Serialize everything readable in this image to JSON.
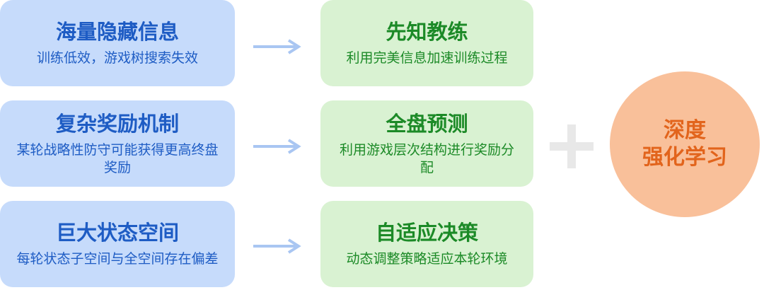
{
  "problems": [
    {
      "title": "海量隐藏信息",
      "desc": "训练低效，游戏树搜索失效"
    },
    {
      "title": "复杂奖励机制",
      "desc": "某轮战略性防守可能获得更高终盘奖励"
    },
    {
      "title": "巨大状态空间",
      "desc": "每轮状态子空间与全空间存在偏差"
    }
  ],
  "solutions": [
    {
      "title": "先知教练",
      "desc": "利用完美信息加速训练过程"
    },
    {
      "title": "全盘预测",
      "desc": "利用游戏层次结构进行奖励分配"
    },
    {
      "title": "自适应决策",
      "desc": "动态调整策略适应本轮环境"
    }
  ],
  "result": {
    "line1": "深度",
    "line2": "强化学习"
  },
  "colors": {
    "problem_bg": "#c6dbfb",
    "problem_text": "#1e5cc4",
    "solution_bg": "#d9f2d2",
    "solution_text": "#1c8a27",
    "arrow": "#a9c6f2",
    "plus": "#e8e8e8",
    "result_bg": "#f9c09a",
    "result_text": "#e2641c"
  }
}
